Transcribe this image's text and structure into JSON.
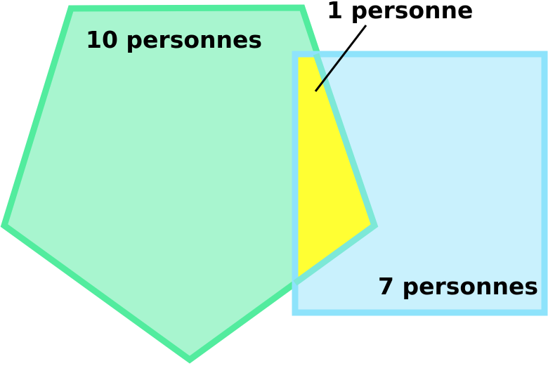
{
  "labels": {
    "pentagon": "10 personnes",
    "square": "7 personnes",
    "intersection": "1 personne"
  },
  "colors": {
    "pentagon_fill": "#a8f5cf",
    "pentagon_stroke": "#52ec9e",
    "square_fill": "#c9f1fd",
    "square_stroke": "#8ee3fb",
    "overlap_stroke": "#7de8d7",
    "intersection_fill": "#ffff33",
    "leader_line": "#000000"
  }
}
